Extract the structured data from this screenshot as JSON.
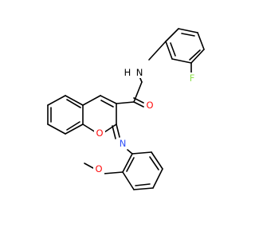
{
  "molecule": {
    "atoms": {
      "O_carbonyl": {
        "text": "O",
        "color": "#ff0d0d"
      },
      "N_amide": {
        "text": "N",
        "color": "#000000"
      },
      "H_amide": {
        "text": "H",
        "color": "#000000"
      },
      "F": {
        "text": "F",
        "color": "#90e050"
      },
      "O_ring": {
        "text": "O",
        "color": "#ff0d0d"
      },
      "N_imine": {
        "text": "N",
        "color": "#3050f8"
      },
      "O_methoxy": {
        "text": "O",
        "color": "#ff0d0d"
      }
    },
    "bond_color": "#000000"
  }
}
